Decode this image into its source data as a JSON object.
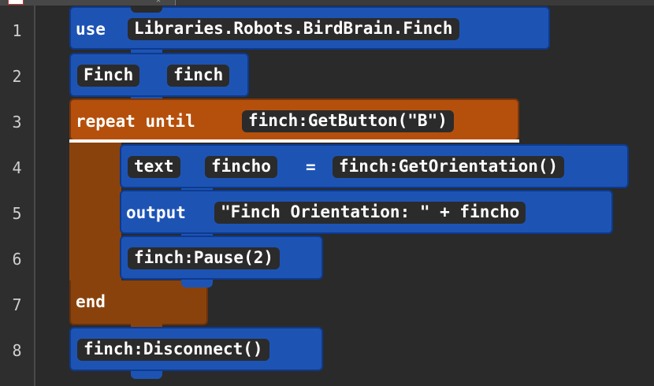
{
  "editor": {
    "line_numbers": [
      "1",
      "2",
      "3",
      "4",
      "5",
      "6",
      "7",
      "8"
    ],
    "lines": {
      "l1": {
        "keyword": "use",
        "arg": "Libraries.Robots.BirdBrain.Finch"
      },
      "l2": {
        "type": "Finch",
        "name": "finch"
      },
      "l3": {
        "keyword": "repeat until",
        "condition": "finch:GetButton(\"B\")"
      },
      "l4": {
        "type": "text",
        "name": "fincho",
        "op": "=",
        "value": "finch:GetOrientation()"
      },
      "l5": {
        "keyword": "output",
        "value": "\"Finch Orientation: \" + fincho"
      },
      "l6": {
        "call": "finch:Pause(2)"
      },
      "l7": {
        "keyword": "end"
      },
      "l8": {
        "call": "finch:Disconnect()"
      }
    }
  },
  "colors": {
    "background": "#2a2a2a",
    "statement_block": "#1d54b4",
    "loop_block": "#b5500c",
    "cursor": "#ffffff"
  }
}
